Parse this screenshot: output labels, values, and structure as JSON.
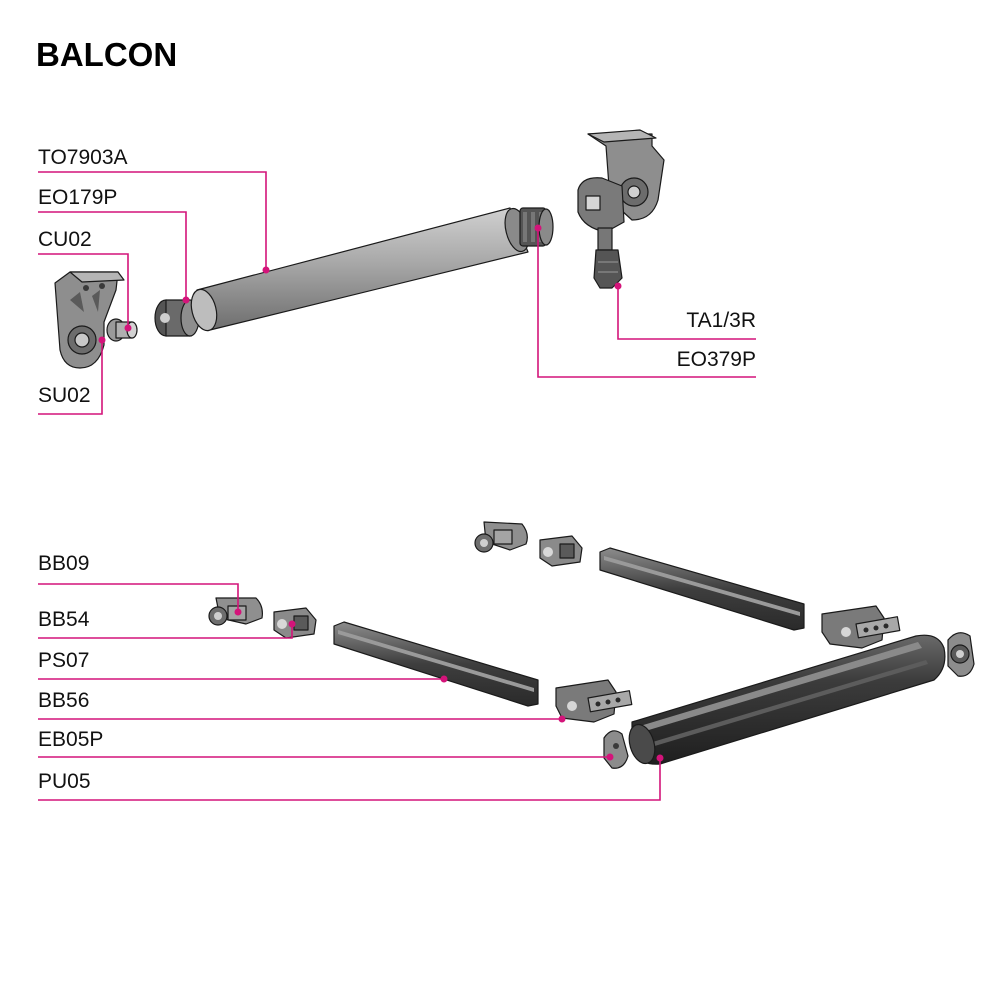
{
  "title": "BALCON",
  "colors": {
    "leader": "#d4147a",
    "part_fill": "#9c9c9c",
    "part_dark": "#4a4a4a",
    "rail_fill": "#3a3a3a",
    "rail_highlight": "#8a8a8a"
  },
  "labels": {
    "to7903a": "TO7903A",
    "eo179p": "EO179P",
    "cu02": "CU02",
    "su02": "SU02",
    "ta13r": "TA1/3R",
    "eo379p": "EO379P",
    "bb09": "BB09",
    "bb54": "BB54",
    "ps07": "PS07",
    "bb56": "BB56",
    "eb05p": "EB05P",
    "pu05": "PU05"
  }
}
